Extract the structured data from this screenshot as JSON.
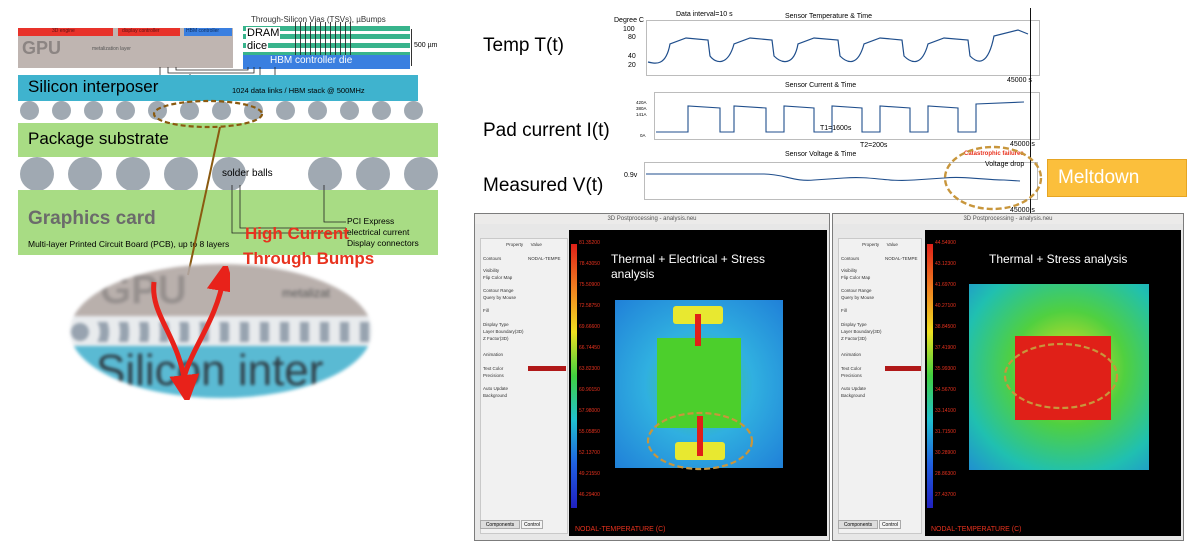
{
  "stack_diagram": {
    "gpu_label": "GPU",
    "gpu_sub_engine": "3D engine",
    "gpu_sub_display": "display controller",
    "gpu_sub_hbm": "HBM controller",
    "metalization": "metalization layer",
    "tsv_label": "Through-Silicon Vias (TSVs), µBumps",
    "dram_label": "DRAM",
    "dice_label": "dice",
    "hbm_die_label": "HBM controller die",
    "height_label": "500 µm",
    "interposer_label": "Silicon interposer",
    "links_label": "1024 data links / HBM stack @ 500MHz",
    "substrate_label": "Package substrate",
    "solder_label": "solder balls",
    "card_label": "Graphics card",
    "pcb_label": "Multi-layer Printed Circuit Board (PCB), up to 8 layers",
    "pci_label": "PCI Express",
    "electrical_label": "electrical current",
    "display_conn_label": "Display connectors",
    "high_current_line1": "High Current",
    "high_current_line2": "Through Bumps",
    "lens_gpu": "GPU",
    "lens_metal": "metalizat",
    "lens_interposer": "Silicon inter"
  },
  "plots": {
    "temp_label": "Temp T(t)",
    "current_label": "Pad current I(t)",
    "voltage_label": "Measured V(t)",
    "temp_title": "Sensor Temperature & Time",
    "temp_interval": "Data interval=10 s",
    "temp_unit": "Degree C",
    "temp_ticks": [
      "100",
      "80",
      "40",
      "20"
    ],
    "current_title": "Sensor Current & Time",
    "current_ticks": [
      "420A",
      "380A",
      "141A",
      "0A"
    ],
    "voltage_title": "Sensor Voltage & Time",
    "voltage_tick": "0.9v",
    "t1_label": "T1=1600s",
    "t2_label": "T2=200s",
    "end_time": "45000 s",
    "catastrophic": "Catastrophic failures",
    "voltage_drop": "Voltage drop",
    "meltdown": "Meltdown"
  },
  "windows": [
    {
      "title": "3D Postprocessing - analysis.neu",
      "overlay": "Thermal + Electrical + Stress analysis",
      "legend_values": [
        "81.35200",
        "78.43050",
        "75.50900",
        "72.58750",
        "69.66600",
        "66.74450",
        "63.82300",
        "60.90150",
        "57.98000",
        "55.05850",
        "52.13700",
        "49.21550",
        "46.29400"
      ],
      "footer": "NODAL-TEMPERATURE (C)",
      "contours_value": "NODAL-TEMPE"
    },
    {
      "title": "3D Postprocessing - analysis.neu",
      "overlay": "Thermal + Stress analysis",
      "legend_values": [
        "44.54900",
        "43.12300",
        "41.69700",
        "40.27100",
        "38.84500",
        "37.41900",
        "35.99300",
        "34.56700",
        "33.14100",
        "31.71500",
        "30.28900",
        "28.86300",
        "27.43700"
      ],
      "footer": "NODAL-TEMPERATURE (C)",
      "contours_value": "NODAL-TEMPE"
    }
  ],
  "panel": {
    "property_header": "Property",
    "value_header": "Value",
    "rows": [
      "Contours",
      "Visibility",
      "Flip Color Map",
      "Contour Range",
      "Query by Mouse",
      "Fill",
      "Display Type",
      "Layer Boundary(3D)",
      "Z Factor(3D)",
      "Animation",
      "Text Color",
      "Precisions",
      "Auto Update",
      "Background"
    ],
    "tab_components": "Components",
    "tab_control": "Control"
  },
  "colors": {
    "accent_red": "#e8321e",
    "ellipse": "#c8963c",
    "meltdown_bg": "#fbbf3c"
  }
}
